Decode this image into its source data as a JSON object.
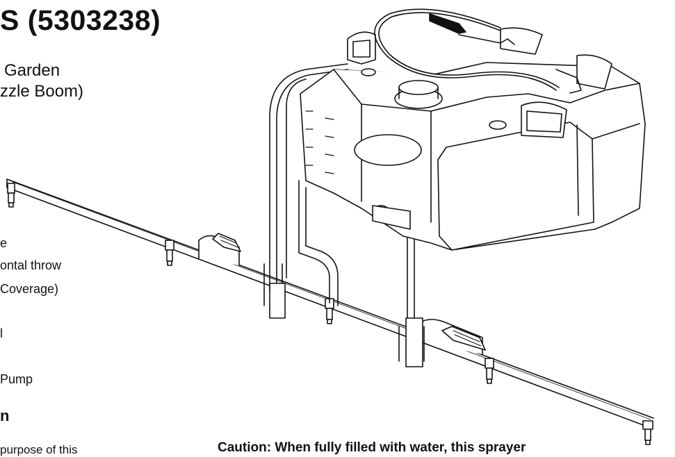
{
  "title": "S (5303238)",
  "subtitle": {
    "line1": "Garden",
    "line2": "zzle Boom)"
  },
  "features": [
    "e",
    "ontal throw",
    " Coverage)",
    "l",
    "Pump"
  ],
  "section": {
    "heading": "n",
    "body": "purpose of this"
  },
  "caution": "Caution: When fully filled with water, this sprayer"
}
